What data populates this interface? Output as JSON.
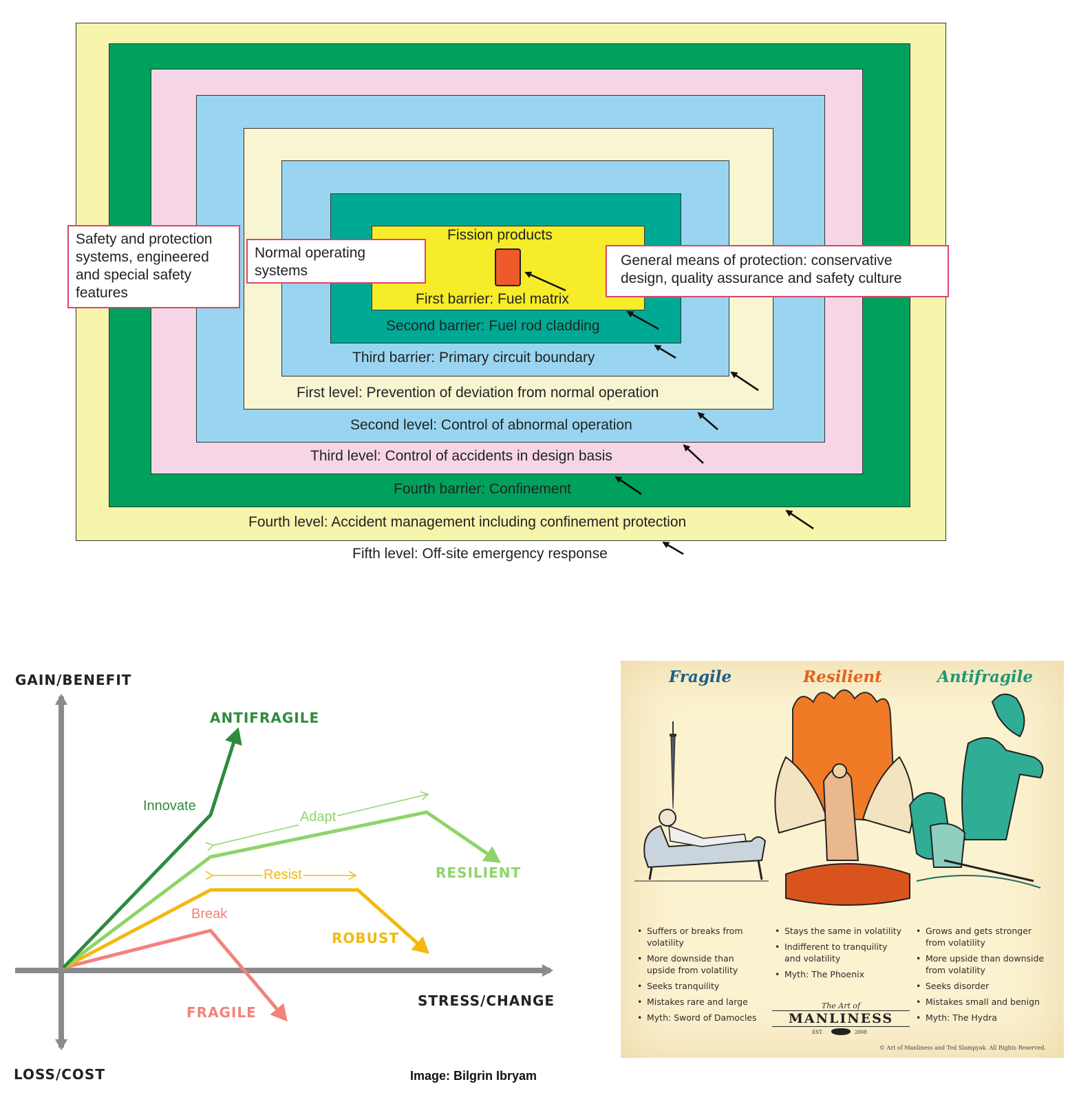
{
  "defence_in_depth": {
    "fission_products": "Fission products",
    "first_barrier": "First barrier: Fuel matrix",
    "second_barrier": "Second barrier: Fuel rod cladding",
    "third_barrier": "Third barrier: Primary circuit boundary",
    "first_level": "First level: Prevention of deviation from normal operation",
    "second_level": "Second level: Control of abnormal operation",
    "third_level": "Third level: Control of accidents in design basis",
    "fourth_barrier": "Fourth barrier: Confinement",
    "fourth_level": "Fourth level: Accident management including confinement protection",
    "fifth_level": "Fifth level: Off-site emergency response",
    "callout_safety": "Safety and protection systems, engineered and special safety features",
    "callout_normal": "Normal operating systems",
    "callout_general": "General means of protection: conservative design, quality assurance and safety culture",
    "colors": {
      "yellow_outer": "#f7f5ab",
      "green": "#00a15d",
      "pink": "#f6d6e6",
      "blue": "#99d5f0",
      "cream": "#f8f5d2",
      "teal": "#00a994",
      "core_yellow": "#f6ec29",
      "fuel": "#ee5a2a",
      "callout_border": "#d9446e"
    }
  },
  "stress_graph": {
    "y_top": "GAIN/BENEFIT",
    "y_bottom": "LOSS/COST",
    "x_axis": "STRESS/CHANGE",
    "antifragile": "ANTIFRAGILE",
    "resilient": "RESILIENT",
    "robust": "ROBUST",
    "fragile": "FRAGILE",
    "innovate": "Innovate",
    "adapt": "Adapt",
    "resist": "Resist",
    "break": "Break",
    "credit": "Image: Bilgrin Ibryam",
    "colors": {
      "antifragile": "#2e8b3e",
      "resilient": "#8fd46a",
      "robust": "#f2b90f",
      "fragile": "#f2837a",
      "axis": "#8a8a8a"
    }
  },
  "poster": {
    "fragile": {
      "title": "Fragile",
      "color": "#1f5f86",
      "items": [
        "Suffers or breaks from volatility",
        "More downside than upside from volatility",
        "Seeks tranquility",
        "Mistakes rare and large",
        "Myth: Sword of Damocles"
      ]
    },
    "resilient": {
      "title": "Resilient",
      "color": "#e0641e",
      "items": [
        "Stays the same in volatility",
        "Indifferent to tranquility and volatility",
        "Myth: The Phoenix"
      ]
    },
    "antifragile": {
      "title": "Antifragile",
      "color": "#1f9877",
      "items": [
        "Grows and gets stronger from volatility",
        "More upside than downside from volatility",
        "Seeks disorder",
        "Mistakes small and benign",
        "Myth: The Hydra"
      ]
    },
    "logo_script": "The Art of",
    "logo_name": "MANLINESS",
    "logo_est": "EST.",
    "logo_year": "2008",
    "copyright": "© Art of Manliness and Ted Slampyak. All Rights Reserved."
  }
}
